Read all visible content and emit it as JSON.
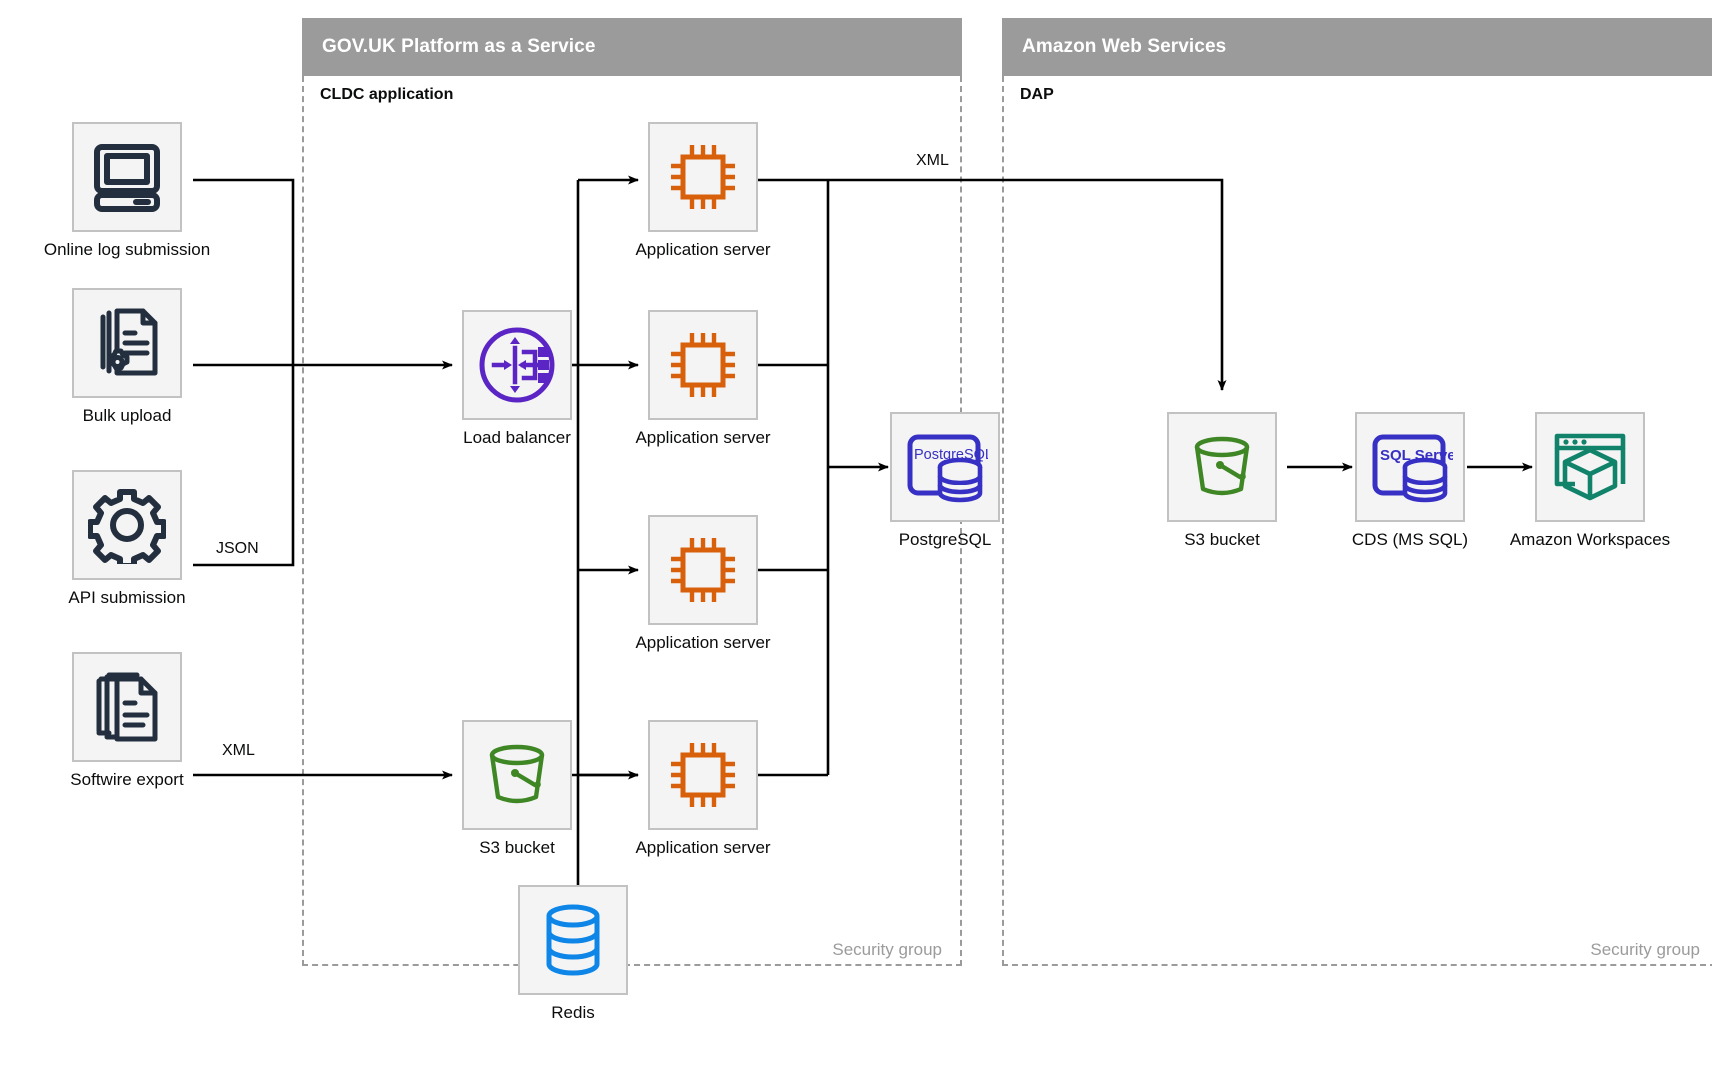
{
  "groups": [
    {
      "id": "paas",
      "title": "GOV.UK Platform as a Service",
      "subtitle": "CLDC application",
      "footer": "Security group"
    },
    {
      "id": "aws",
      "title": "Amazon Web Services",
      "subtitle": "DAP",
      "footer": "Security group"
    }
  ],
  "nodes": [
    {
      "id": "online-log-submission",
      "label": "Online log submission",
      "icon": "desktop-computer-icon",
      "color": "#232f3e"
    },
    {
      "id": "bulk-upload",
      "label": "Bulk upload",
      "icon": "document-gear-icon",
      "color": "#232f3e"
    },
    {
      "id": "api-submission",
      "label": "API submission",
      "icon": "gear-icon",
      "color": "#232f3e"
    },
    {
      "id": "softwire-export",
      "label": "Softwire export",
      "icon": "documents-stack-icon",
      "color": "#232f3e"
    },
    {
      "id": "load-balancer",
      "label": "Load balancer",
      "icon": "load-balancer-icon",
      "color": "#5b24c4"
    },
    {
      "id": "s3-bucket-paas",
      "label": "S3 bucket",
      "icon": "bucket-icon",
      "color": "#3f8624"
    },
    {
      "id": "app-server-1",
      "label": "Application server",
      "icon": "cpu-chip-icon",
      "color": "#d9600b"
    },
    {
      "id": "app-server-2",
      "label": "Application server",
      "icon": "cpu-chip-icon",
      "color": "#d9600b"
    },
    {
      "id": "app-server-3",
      "label": "Application server",
      "icon": "cpu-chip-icon",
      "color": "#d9600b"
    },
    {
      "id": "app-server-4",
      "label": "Application server",
      "icon": "cpu-chip-icon",
      "color": "#d9600b"
    },
    {
      "id": "postgresql",
      "label": "PostgreSQL",
      "icon": "postgresql-icon",
      "color": "#3730c4"
    },
    {
      "id": "redis",
      "label": "Redis",
      "icon": "redis-database-icon",
      "color": "#0e86e8"
    },
    {
      "id": "s3-bucket-aws",
      "label": "S3 bucket",
      "icon": "bucket-icon",
      "color": "#3f8624"
    },
    {
      "id": "cds-ms-sql",
      "label": "CDS (MS SQL)",
      "icon": "sql-server-icon",
      "color": "#3730c4"
    },
    {
      "id": "amazon-workspaces",
      "label": "Amazon Workspaces",
      "icon": "workspaces-icon",
      "color": "#10836a"
    }
  ],
  "icon_text": {
    "postgresql": "PostgreSQL",
    "sql_server": "SQL Server"
  },
  "edge_labels": [
    {
      "id": "json-label",
      "text": "JSON"
    },
    {
      "id": "xml-in-label",
      "text": "XML"
    },
    {
      "id": "xml-out-label",
      "text": "XML"
    }
  ],
  "colors": {
    "header_band": "#9b9b9b",
    "node_fill": "#f4f4f4",
    "node_border": "#c2c2c2",
    "connector": "#000000",
    "dashed_border": "#9b9b9b",
    "text": "#0b0c0c",
    "muted_text": "#9b9b9b"
  }
}
